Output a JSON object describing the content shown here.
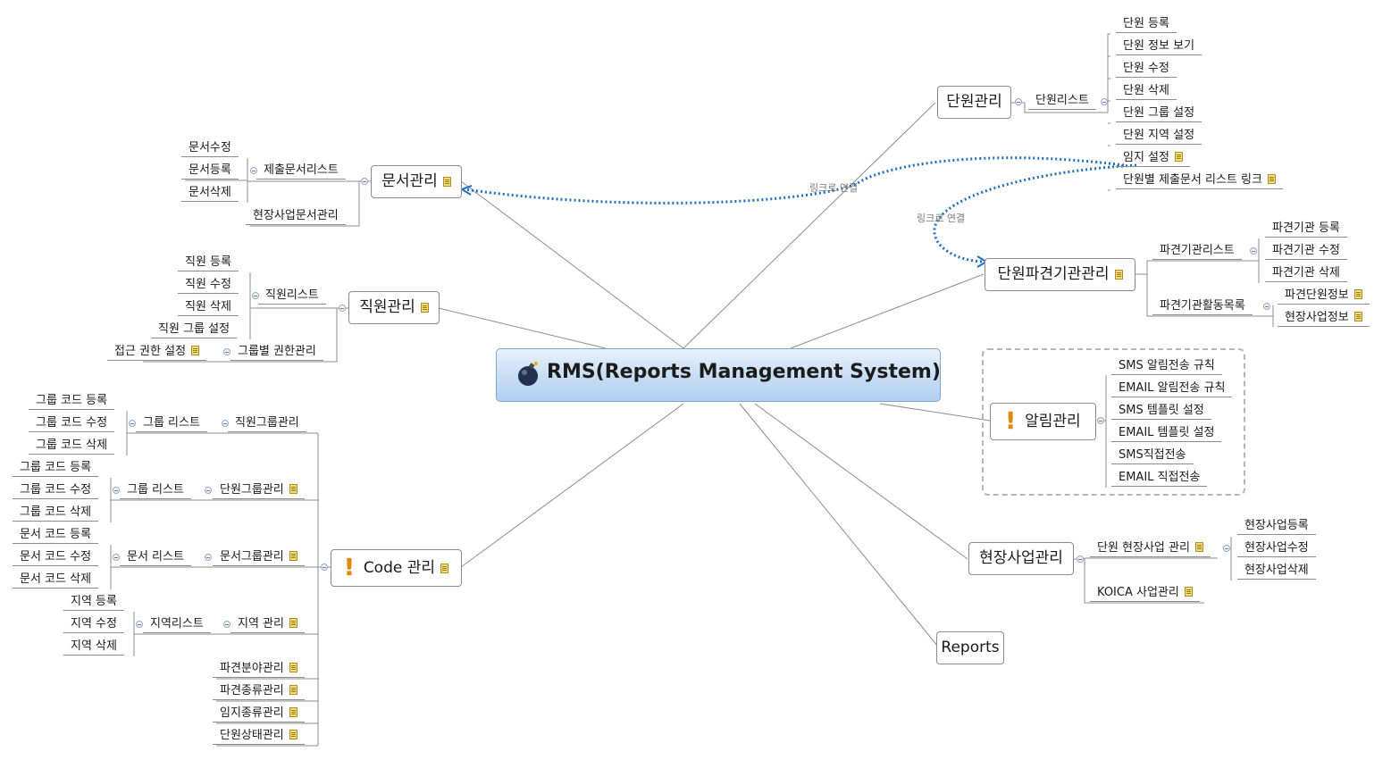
{
  "central": {
    "title": "RMS(Reports Management System)",
    "icon": "bomb-icon"
  },
  "links": {
    "label_1": "링크로 연결",
    "label_2": "링크로 연결"
  },
  "unit": {
    "title": "단원관리",
    "list": "단원리스트",
    "items": [
      "단원 등록",
      "단원 정보 보기",
      "단원 수정",
      "단원 삭제",
      "단원 그룹 설정",
      "단원 지역 설정",
      "임지 설정",
      "단원별 제출문서 리스트 링크"
    ]
  },
  "dispatch": {
    "title": "단원파견기관관리",
    "list": "파견기관리스트",
    "list_items": [
      "파견기관 등록",
      "파견기관 수정",
      "파견기관 삭제"
    ],
    "activity": "파견기관활동목록",
    "activity_items": [
      "파견단원정보",
      "현장사업정보"
    ]
  },
  "alert": {
    "title": "알림관리",
    "items": [
      "SMS 알림전송 규칙",
      "EMAIL 알림전송 규칙",
      "SMS 템플릿 설정",
      "EMAIL 템플릿 설정",
      "SMS직접전송",
      "EMAIL 직접전송"
    ]
  },
  "field": {
    "title": "현장사업관리",
    "unit_biz": "단원 현장사업 관리",
    "unit_biz_items": [
      "현장사업등록",
      "현장사업수정",
      "현장사업삭제"
    ],
    "koica": "KOICA 사업관리"
  },
  "reports": {
    "title": "Reports"
  },
  "doc": {
    "title": "문서관리",
    "list": "제출문서리스트",
    "list_items": [
      "문서수정",
      "문서등록",
      "문서삭제"
    ],
    "site": "현장사업문서관리"
  },
  "staff": {
    "title": "직원관리",
    "list": "직원리스트",
    "list_items": [
      "직원 등록",
      "직원 수정",
      "직원 삭제",
      "직원 그룹 설정"
    ],
    "perm_group": "그룹별 권한관리",
    "perm_item": "접근 권한 설정"
  },
  "code": {
    "title": "Code 관리",
    "staff_group": "직원그룹관리",
    "staff_group_list": "그룹 리스트",
    "staff_group_items": [
      "그룹 코드 등록",
      "그룹 코드 수정",
      "그룹 코드 삭제"
    ],
    "unit_group": "단원그룹관리",
    "unit_group_list": "그룹 리스트",
    "unit_group_items": [
      "그룹 코드 등록",
      "그룹 코드 수정",
      "그룹 코드 삭제"
    ],
    "doc_group": "문서그룹관리",
    "doc_group_list": "문서 리스트",
    "doc_group_items": [
      "문서 코드 등록",
      "문서 코드 수정",
      "문서 코드 삭제"
    ],
    "region": "지역 관리",
    "region_list": "지역리스트",
    "region_items": [
      "지역 등록",
      "지역 수정",
      "지역 삭제"
    ],
    "others": [
      "파견분야관리",
      "파견종류관리",
      "임지종류관리",
      "단원상태관리"
    ]
  },
  "colors": {
    "link": "#1f6fbf",
    "central_border": "#7fa7d6",
    "line": "#8c8c8c",
    "alert_icon": "#e38a08"
  }
}
